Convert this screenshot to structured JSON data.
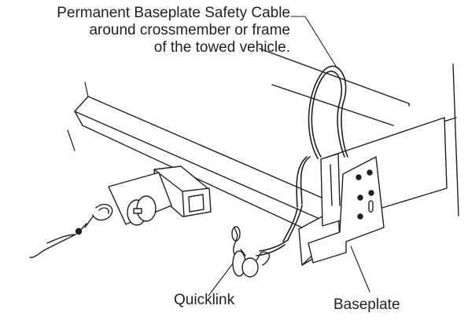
{
  "callouts": {
    "cable": {
      "line1": "Permanent Baseplate Safety Cable",
      "line2": "around crossmember or frame",
      "line3": "of the towed vehicle."
    },
    "quicklink": "Quicklink",
    "baseplate": "Baseplate"
  },
  "colors": {
    "ink": "#231f20",
    "background": "#ffffff"
  }
}
